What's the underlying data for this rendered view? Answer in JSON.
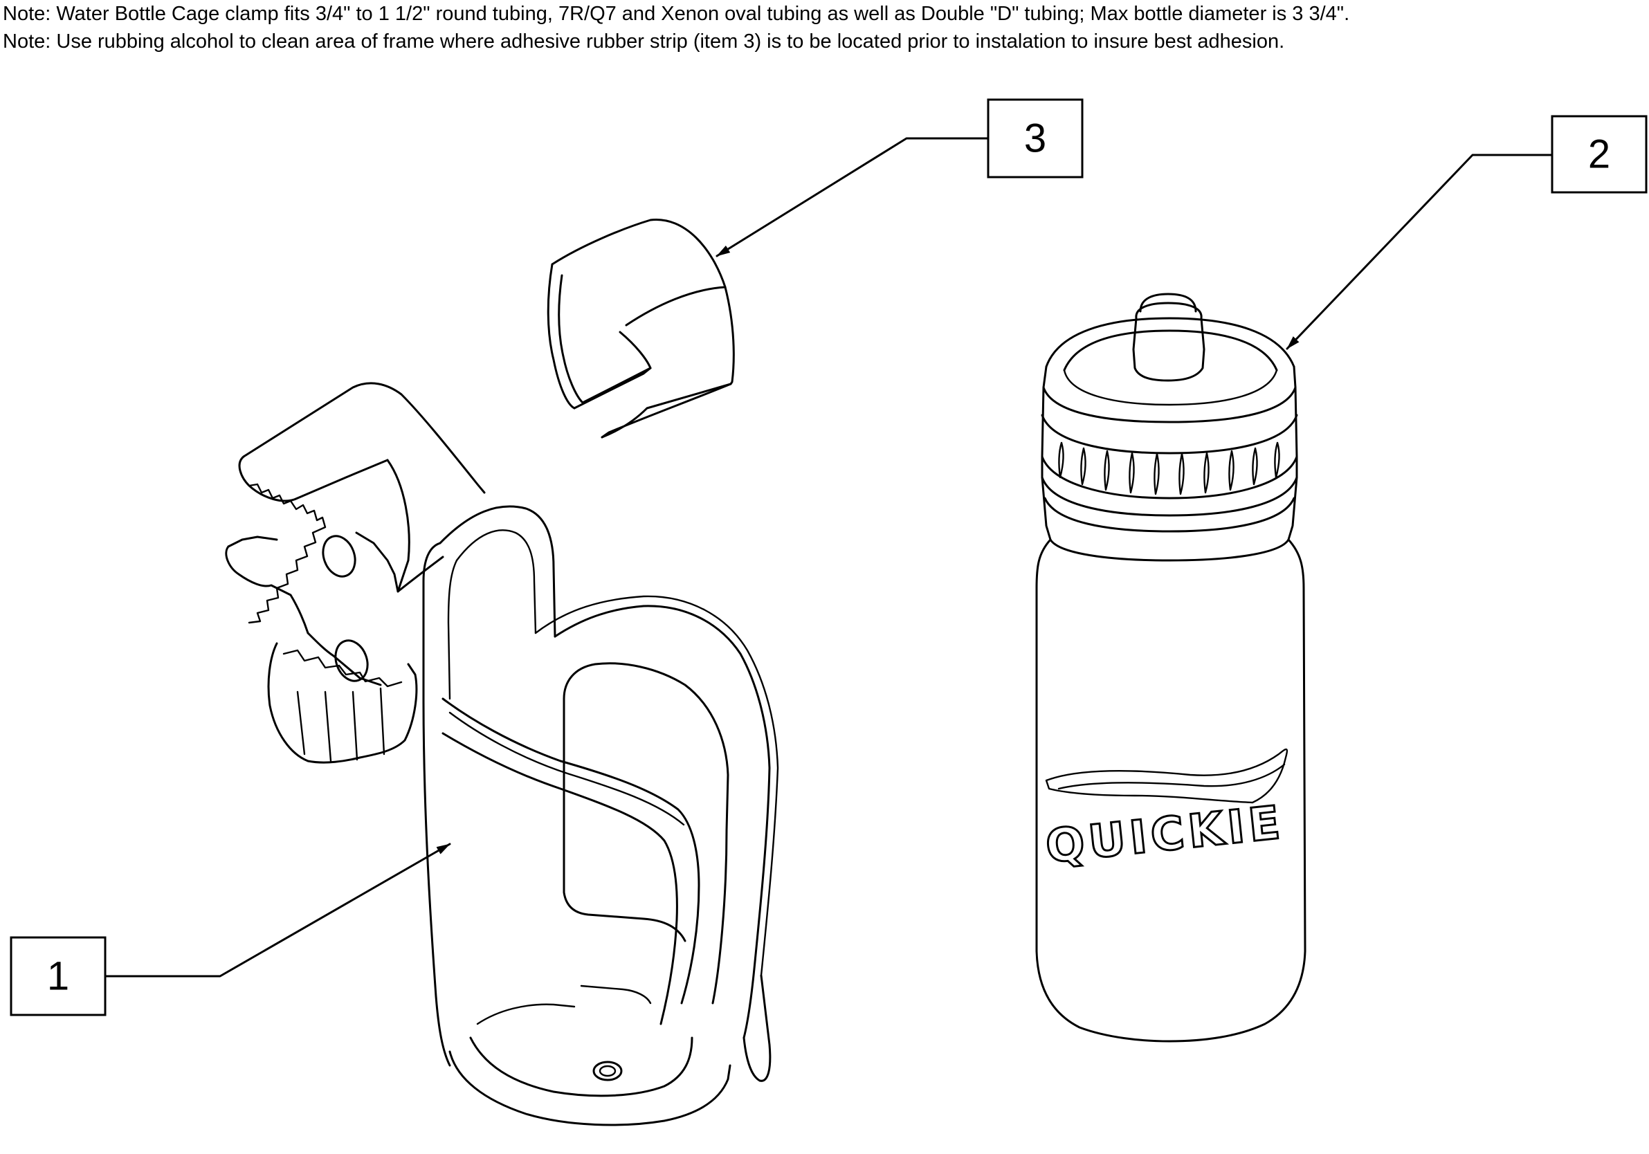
{
  "notes": [
    "Note: Water Bottle Cage clamp fits 3/4\" to 1 1/2\" round tubing, 7R/Q7 and Xenon oval tubing as well as Double \"D\" tubing; Max bottle diameter is 3 3/4\".",
    "Note: Use rubbing alcohol to clean area of frame where adhesive rubber strip (item 3) is to be located prior to instalation to insure best adhesion."
  ],
  "callouts": {
    "item1": "1",
    "item2": "2",
    "item3": "3"
  },
  "bottle_logo": "QUICKIE"
}
